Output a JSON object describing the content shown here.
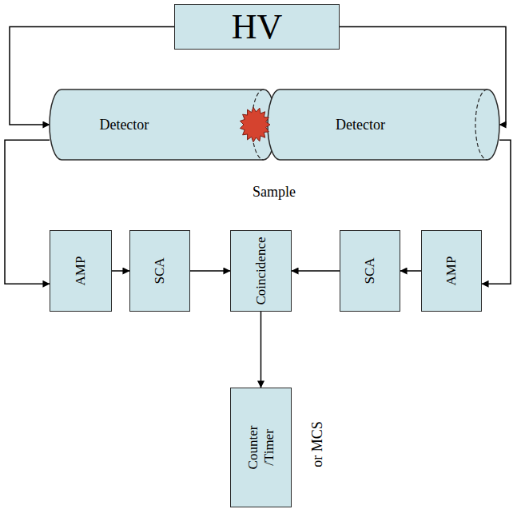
{
  "diagram": {
    "nodes": [
      {
        "text": [
          "HV"
        ]
      },
      {
        "text": [
          "Detector"
        ]
      },
      {
        "text": [
          "Detector"
        ]
      },
      {
        "text": [
          "AMP"
        ]
      },
      {
        "text": [
          "SCA"
        ]
      },
      {
        "text": [
          "Coincidence"
        ]
      },
      {
        "text": [
          "SCA"
        ]
      },
      {
        "text": [
          "AMP"
        ]
      },
      {
        "text": [
          "Counter /Timer"
        ]
      }
    ],
    "edges": [
      {
        "from": 0,
        "to": 1,
        "arrow": "to"
      },
      {
        "from": 0,
        "to": 2,
        "arrow": "to"
      },
      {
        "from": 1,
        "to": 3,
        "arrow": "to"
      },
      {
        "from": 3,
        "to": 4,
        "arrow": "to"
      },
      {
        "from": 4,
        "to": 5,
        "arrow": "to"
      },
      {
        "from": 2,
        "to": 7,
        "arrow": "to"
      },
      {
        "from": 7,
        "to": 6,
        "arrow": "to"
      },
      {
        "from": 6,
        "to": 5,
        "arrow": "to"
      },
      {
        "from": 5,
        "to": 8,
        "arrow": "to"
      }
    ],
    "labels": [
      "Sample",
      "or MCS"
    ]
  }
}
